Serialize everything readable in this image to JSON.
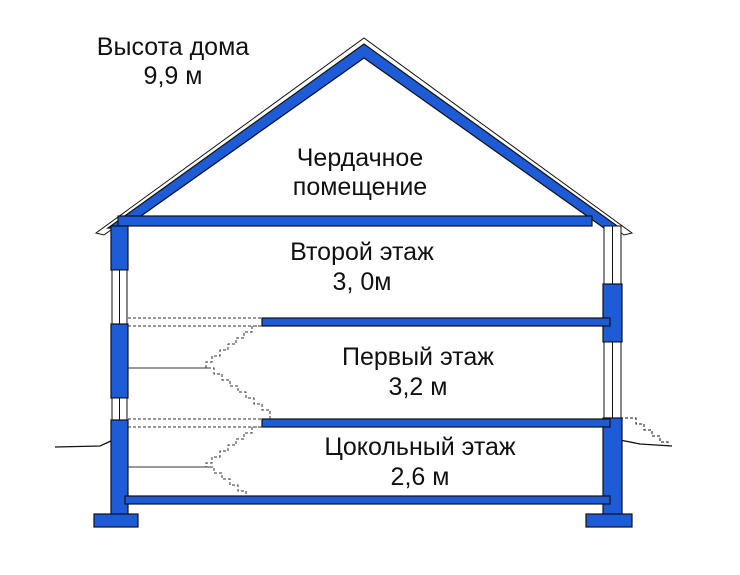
{
  "house_height": {
    "line1": "Высота дома",
    "line2": "9,9 м"
  },
  "attic": {
    "line1": "Чердачное",
    "line2": "помещение"
  },
  "second_floor": {
    "line1": "Второй этаж",
    "line2": "3, 0м"
  },
  "first_floor": {
    "line1": "Первый этаж",
    "line2": "3,2 м"
  },
  "basement": {
    "line1": "Цокольный этаж",
    "line2": "2,6 м"
  },
  "colors": {
    "structure_fill": "#1d5cd6",
    "outline": "#111111",
    "text": "#111111",
    "background": "#ffffff"
  }
}
